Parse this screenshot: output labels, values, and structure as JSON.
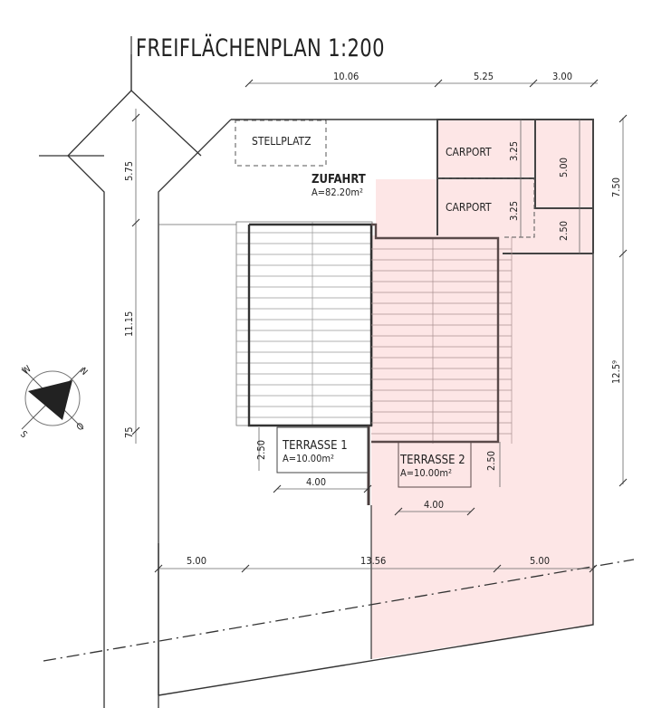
{
  "title": "FREIFLÄCHENPLAN  1:200",
  "colors": {
    "highlight_fill": "#fde6e6",
    "line": "#333333",
    "heavy_line": "#4a3d3d"
  },
  "labels": {
    "stellplatz": "STELLPLATZ",
    "zufahrt": "ZUFAHRT",
    "zufahrt_area": "A=82.20m²",
    "carport_1": "CARPORT",
    "carport_2": "CARPORT",
    "terrasse_1": "TERRASSE  1",
    "terrasse_1_area": "A=10.00m²",
    "terrasse_2": "TERRASSE  2",
    "terrasse_2_area": "A=10.00m²"
  },
  "dimensions": {
    "top_1": "10.06",
    "top_2": "5.25",
    "top_3": "3.00",
    "left_1": "5.75",
    "left_2": "11.15",
    "left_3": "75",
    "right_1": "7.50",
    "right_2": "12.5⁹",
    "carport_1_depth": "3.25",
    "carport_2_depth": "3.25",
    "carport_side_1": "5.00",
    "carport_side_2": "2.50",
    "terrasse_1_depth": "2.50",
    "terrasse_1_width": "4.00",
    "terrasse_2_depth": "2.50",
    "terrasse_2_width": "4.00",
    "bottom_left": "5.00",
    "bottom_total": "13.56",
    "bottom_right": "5.00"
  },
  "compass": {
    "n": "N",
    "s": "S",
    "w": "W",
    "o": "O"
  }
}
